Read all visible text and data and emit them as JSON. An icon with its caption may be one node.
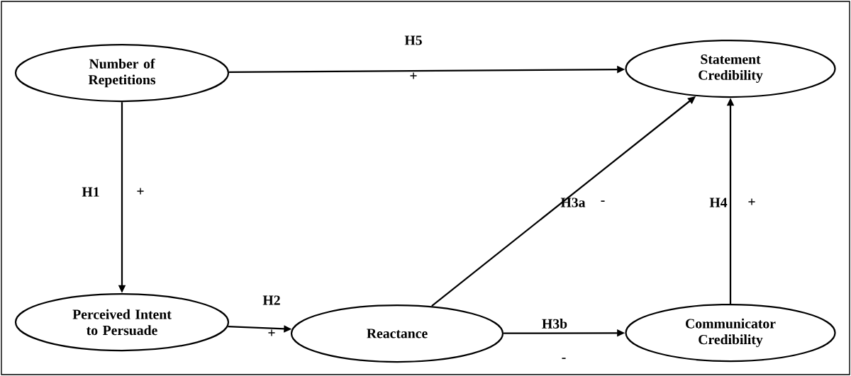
{
  "diagram": {
    "nodes": [
      {
        "text": [
          "Number of Repetitions"
        ]
      },
      {
        "text": [
          "Statement Credibility"
        ]
      },
      {
        "text": [
          "Perceived Intent to Persuade"
        ]
      },
      {
        "text": [
          "Reactance"
        ]
      },
      {
        "text": [
          "Communicator Credibility"
        ]
      }
    ],
    "edges": [
      {
        "from": 0,
        "to": 1,
        "arrow": "to",
        "label": "H5"
      },
      {
        "from": 0,
        "to": 2,
        "arrow": "to",
        "label": "H1"
      },
      {
        "from": 2,
        "to": 3,
        "arrow": "to",
        "label": "H2"
      },
      {
        "from": 3,
        "to": 1,
        "arrow": "to",
        "label": "H3a"
      },
      {
        "from": 3,
        "to": 4,
        "arrow": "to",
        "label": "H3b"
      },
      {
        "from": 4,
        "to": 1,
        "arrow": "to",
        "label": "H4"
      }
    ],
    "labels": [
      "+",
      "+",
      "-",
      "+",
      "+",
      "-"
    ]
  }
}
